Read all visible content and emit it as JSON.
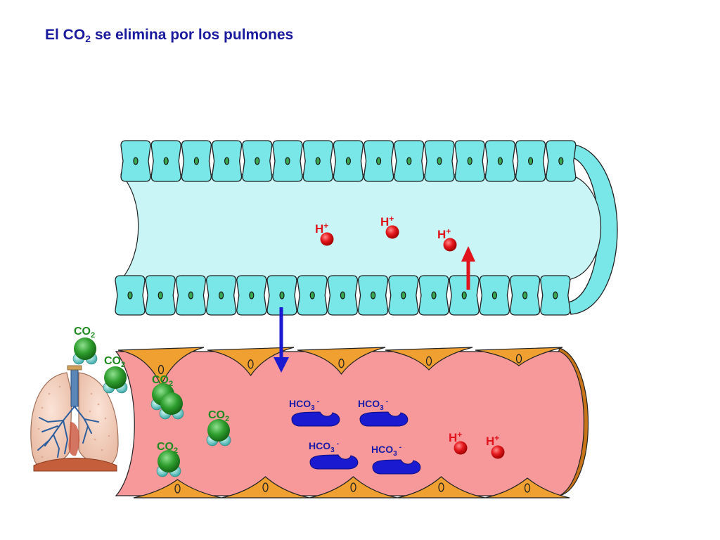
{
  "title": {
    "prefix": "El CO",
    "subscript": "2",
    "suffix": " se elimina por los pulmones"
  },
  "labels": {
    "h_ion": "H",
    "h_charge": "+",
    "bicarbonate": "HCO",
    "bicarbonate_sub": "3",
    "bicarbonate_charge": "-",
    "co2": "CO",
    "co2_sub": "2"
  },
  "colors": {
    "title": "#1a1a9e",
    "tubule_cell": "#79e6e8",
    "tubule_lumen": "#c9f5f6",
    "capillary_lumen": "#f7999a",
    "endothelial_cell": "#f0a030",
    "h_ion": "#e0141c",
    "bicarbonate": "#1a1ad0",
    "co2_carbon": "#2e9e2e",
    "co2_oxygen": "#7fd3d0",
    "secretion_arrow": "#e0141c",
    "reabsorption_arrow": "#1a1ad0"
  },
  "icons": {
    "lungs": "lungs-illustration-icon",
    "secretion_arrow": "arrow-up-icon",
    "reabsorption_arrow": "arrow-down-icon"
  }
}
